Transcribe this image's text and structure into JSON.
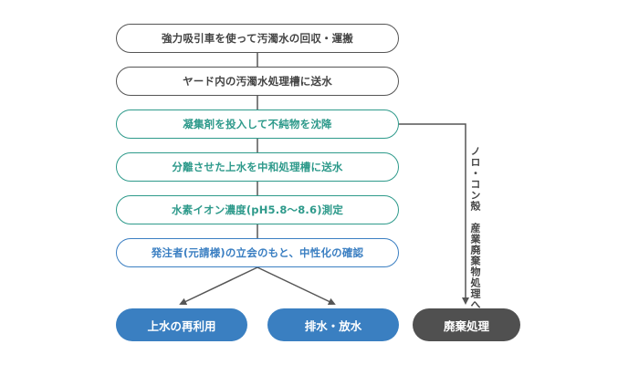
{
  "steps": [
    {
      "label": "強力吸引車を使って汚濁水の回収・運搬",
      "tone": "gray"
    },
    {
      "label": "ヤード内の汚濁水処理槽に送水",
      "tone": "gray"
    },
    {
      "label": "凝集剤を投入して不純物を沈降",
      "tone": "teal"
    },
    {
      "label": "分離させた上水を中和処理槽に送水",
      "tone": "teal"
    },
    {
      "label": "水素イオン濃度(pH5.8～8.6)測定",
      "tone": "teal"
    },
    {
      "label": "発注者(元請様)の立会のもと、中性化の確認",
      "tone": "blue"
    }
  ],
  "results": {
    "reuse": "上水の再利用",
    "discharge": "排水・放水",
    "waste": "廃棄処理"
  },
  "side_label": "ノロ・コン殻　産業廃棄物処理へ",
  "colors": {
    "gray": "#555555",
    "teal": "#2e9a8b",
    "blue": "#3b7fc2",
    "dark": "#505050",
    "arrow": "#555555"
  }
}
